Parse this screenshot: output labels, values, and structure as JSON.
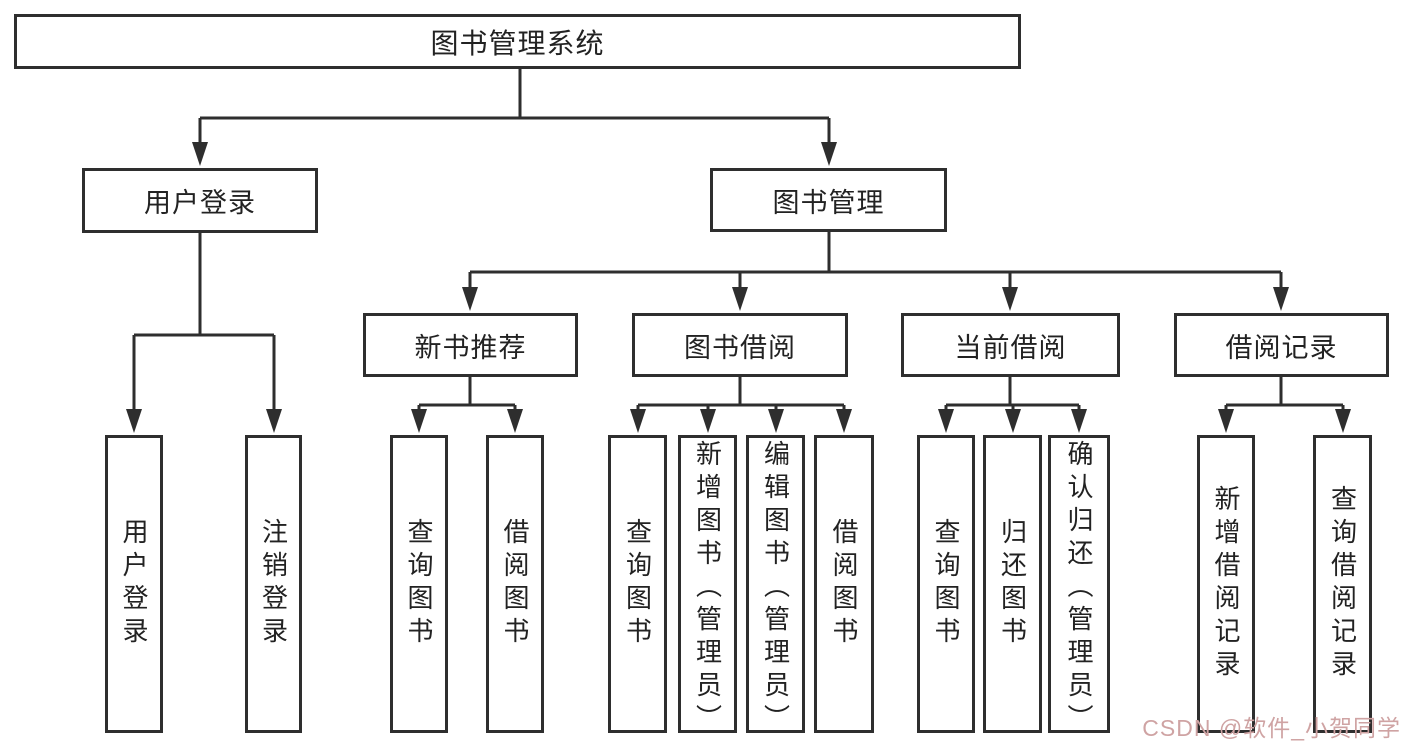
{
  "nodes": {
    "root": "图书管理系统",
    "user_login": "用户登录",
    "book_mgmt": "图书管理",
    "new_book_rec": "新书推荐",
    "book_borrow": "图书借阅",
    "current_borrow": "当前借阅",
    "borrow_records": "借阅记录",
    "ul_user_login": "用户登录",
    "ul_logout": "注销登录",
    "nb_query_books": "查询图书",
    "nb_borrow_books": "借阅图书",
    "bb_query_books": "查询图书",
    "bb_add_books": "新增图书（管理员）",
    "bb_edit_books": "编辑图书（管理员）",
    "bb_borrow_books": "借阅图书",
    "cb_query_books": "查询图书",
    "cb_return_books": "归还图书",
    "cb_confirm_return": "确认归还（管理员）",
    "br_add_record": "新增借阅记录",
    "br_query_record": "查询借阅记录"
  },
  "watermark": "CSDN @软件_小贺同学",
  "colors": {
    "line": "#2e2e2e",
    "box_border": "#2e2e2e",
    "text": "#222222",
    "background": "#ffffff",
    "watermark": "#cfa3a3"
  }
}
